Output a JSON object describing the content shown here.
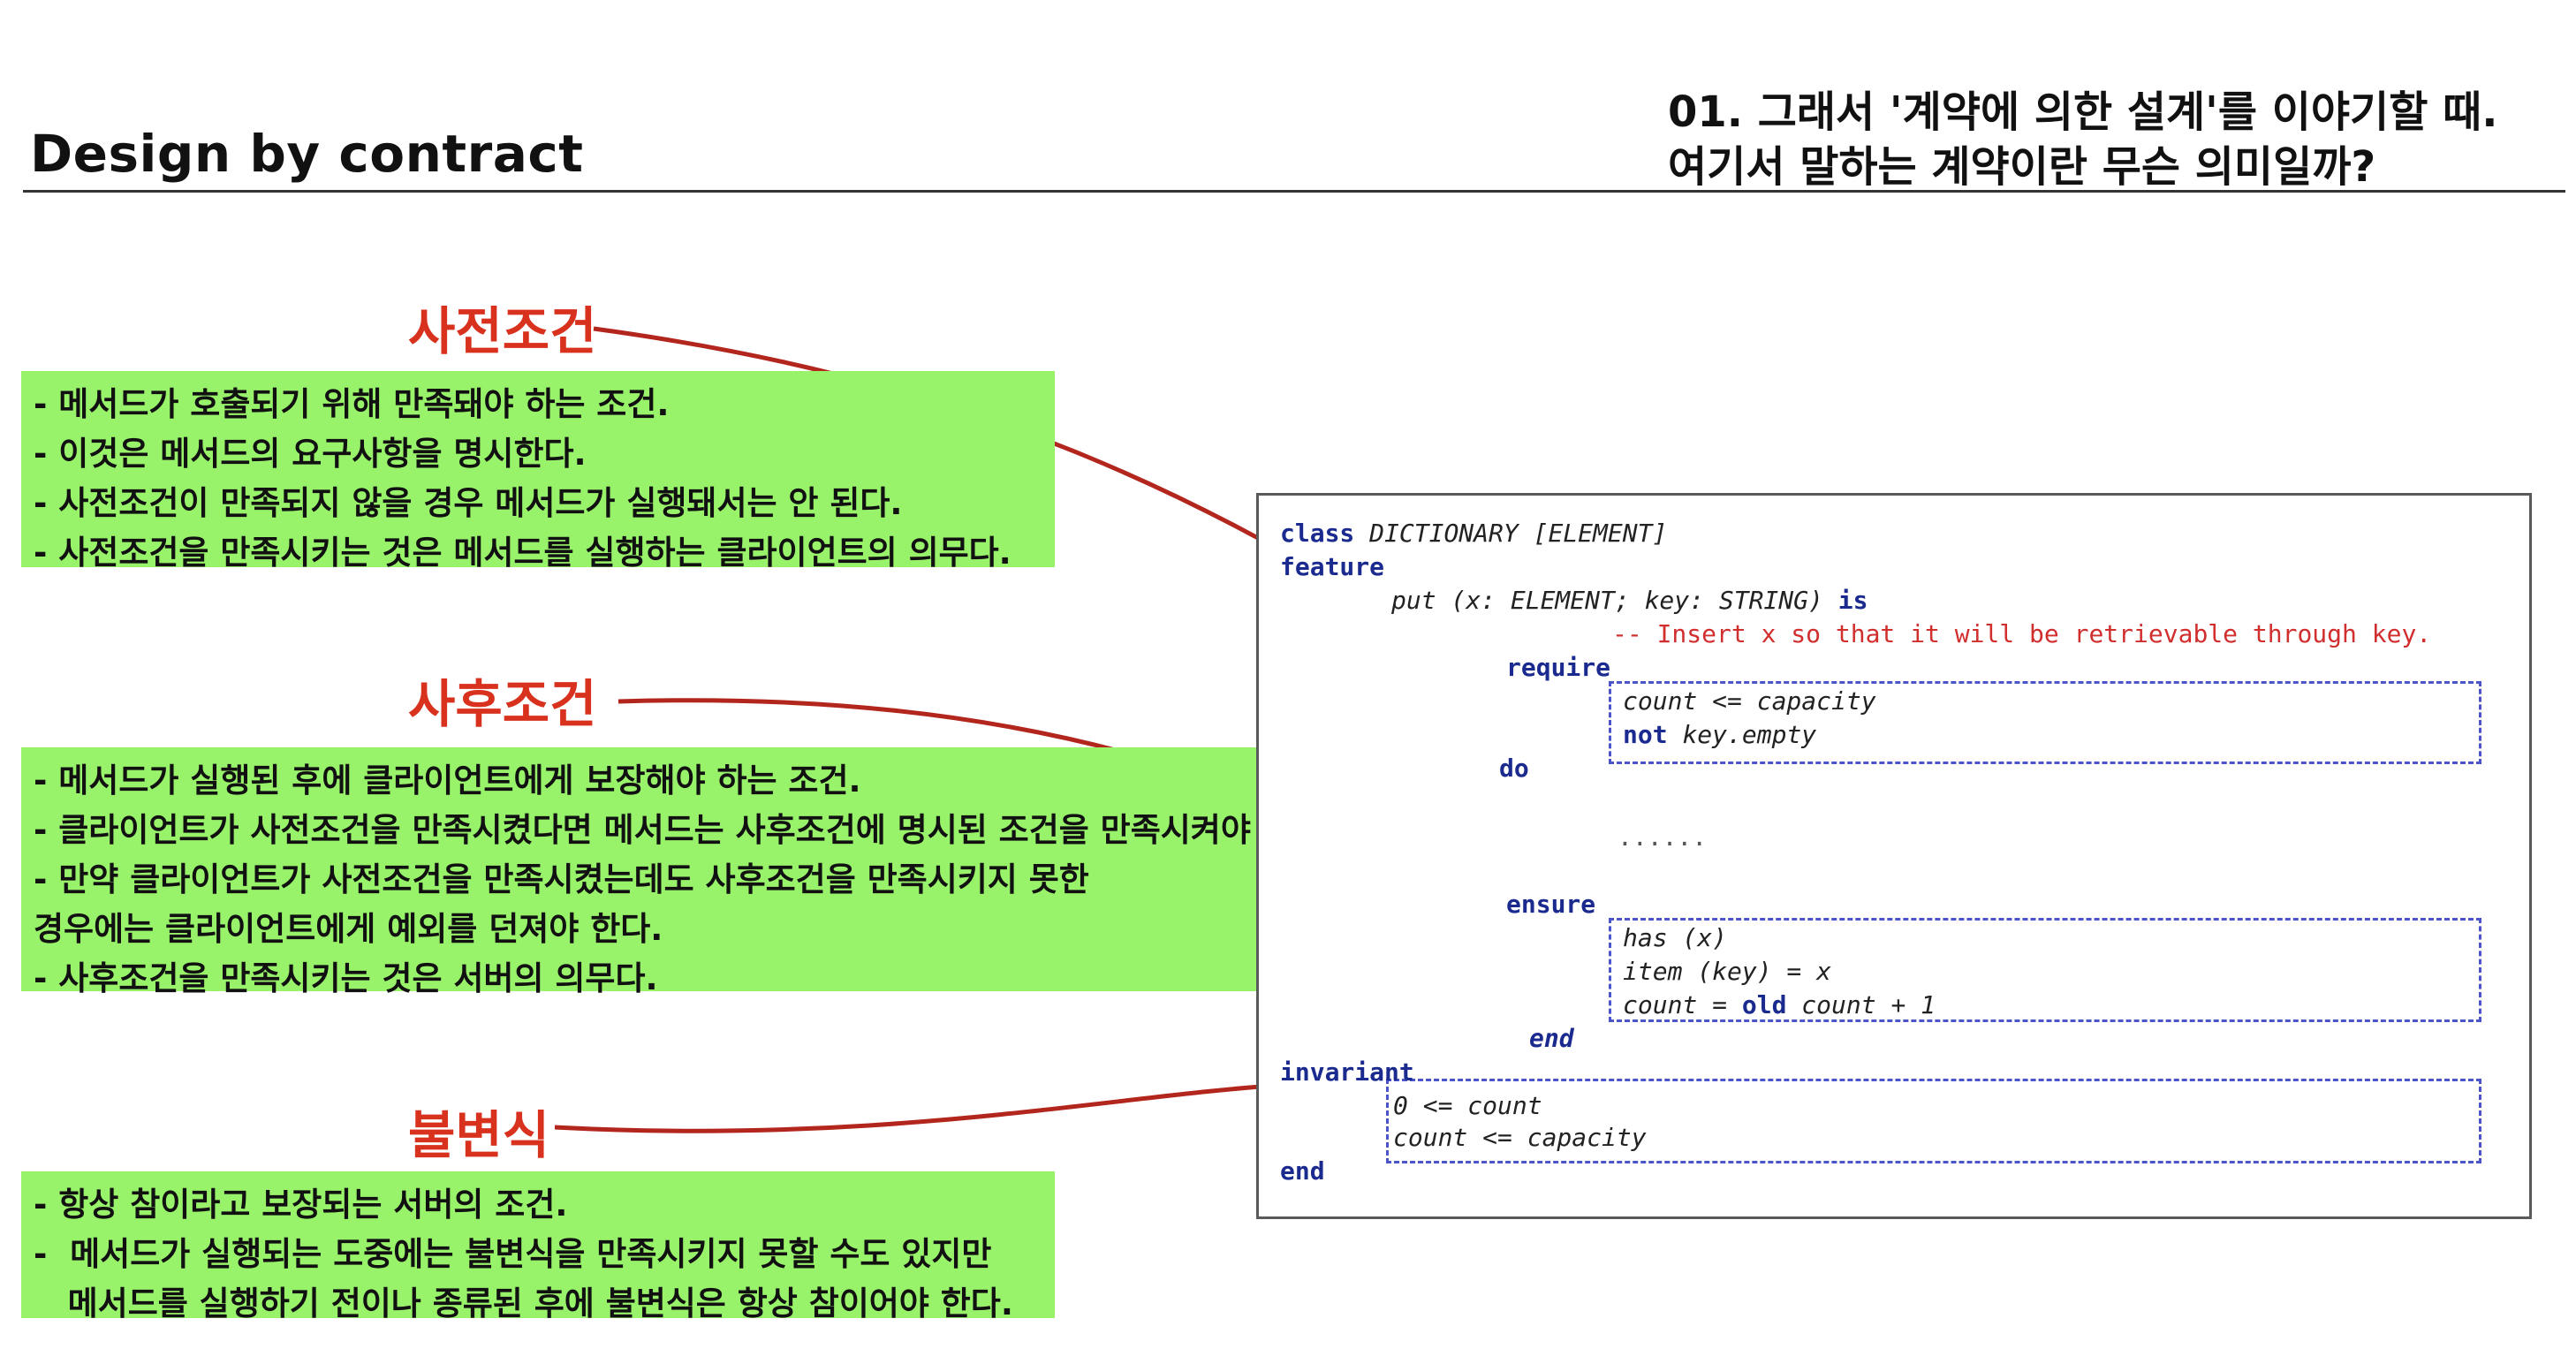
{
  "header": {
    "title": "Design by contract",
    "question_line1": "01. 그래서 '계약에 의한 설계'를 이야기할 때.",
    "question_line2": "여기서 말하는 계약이란 무슨 의미일까?"
  },
  "precondition": {
    "label": "사전조건",
    "lines": [
      "- 메서드가 호출되기 위해 만족돼야 하는 조건.",
      "- 이것은 메서드의 요구사항을 명시한다.",
      "- 사전조건이 만족되지 않을 경우 메서드가 실행돼서는 안 된다.",
      "- 사전조건을 만족시키는 것은 메서드를 실행하는 클라이언트의 의무다."
    ]
  },
  "postcondition": {
    "label": "사후조건",
    "lines": [
      "- 메서드가 실행된 후에 클라이언트에게 보장해야 하는 조건.",
      "- 클라이언트가 사전조건을 만족시켰다면 메서드는 사후조건에 명시된 조건을 만족시켜야 한다.",
      "- 만약 클라이언트가 사전조건을 만족시켰는데도 사후조건을 만족시키지 못한",
      "경우에는 클라이언트에게 예외를 던져야 한다.",
      "- 사후조건을 만족시키는 것은 서버의 의무다."
    ]
  },
  "invariant": {
    "label": "불변식",
    "lines": [
      "- 항상 참이라고 보장되는 서버의 조건.",
      "-  메서드가 실행되는 도중에는 불변식을 만족시키지 못할 수도 있지만",
      "   메서드를 실행하기 전이나 종류된 후에 불변식은 항상 참이어야 한다."
    ]
  },
  "code": {
    "class_kw": "class",
    "class_name": "DICTIONARY",
    "class_generic": "[ELEMENT]",
    "feature_kw": "feature",
    "put_sig": "put (x: ELEMENT; key: STRING)",
    "is_kw": "is",
    "comment": "-- Insert x so that it will be retrievable through key.",
    "require_kw": "require",
    "req1": "count <= capacity",
    "req2_kw": "not",
    "req2": "key.empty",
    "do_kw": "do",
    "ellipsis": "......",
    "ensure_kw": "ensure",
    "ens1": "has (x)",
    "ens2": "item (key) = x",
    "ens3a": "count = ",
    "ens3_kw": "old",
    "ens3b": " count + 1",
    "end_inner": "end",
    "invariant_kw": "invariant",
    "inv1": "0 <= count",
    "inv2": "count <= capacity",
    "end_outer": "end"
  },
  "colors": {
    "label_red": "#d8321f",
    "box_green": "#99f36a",
    "keyword_blue": "#1a2a8f",
    "dashed_blue": "#4b55c9",
    "arrow_red": "#b3261e"
  }
}
